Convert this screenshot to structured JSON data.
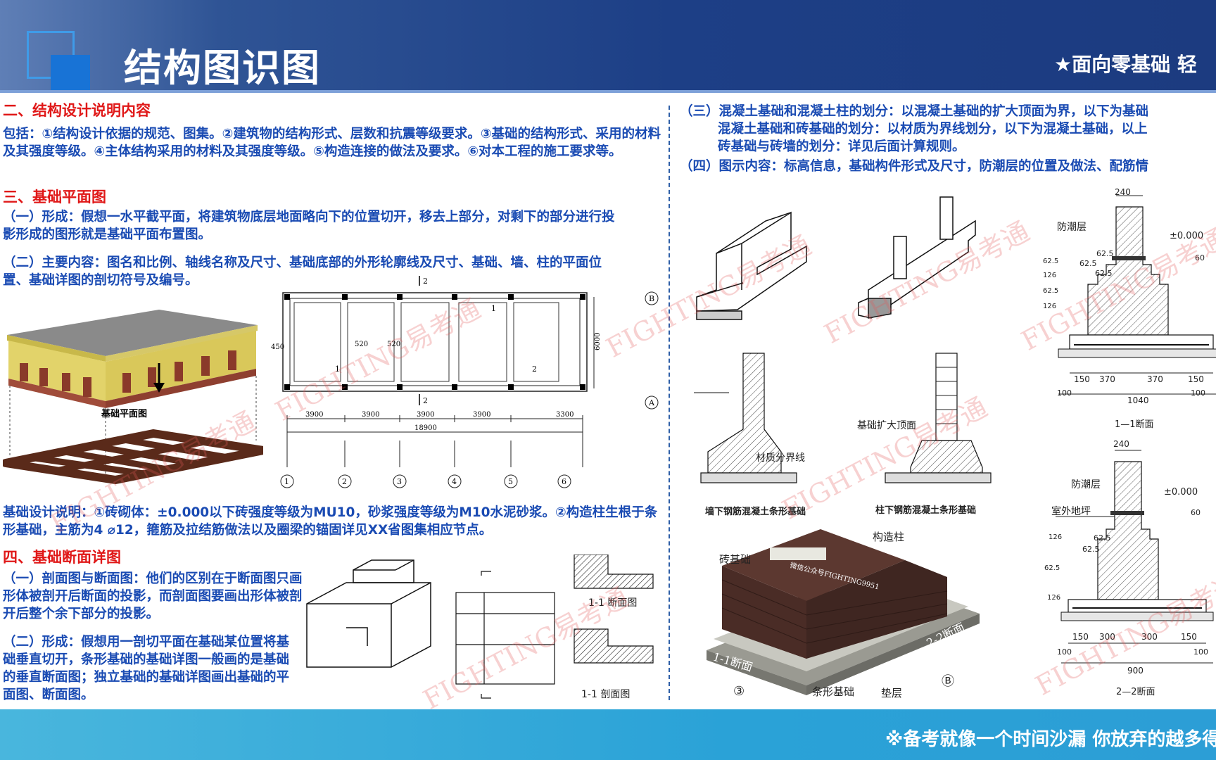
{
  "header": {
    "title": "结构图识图",
    "slogan": "★面向零基础 轻"
  },
  "left": {
    "sec2_heading": "二、结构设计说明内容",
    "sec2_body": "包括：①结构设计依据的规范、图集。②建筑物的结构形式、层数和抗震等级要求。③基础的结构形式、采用的材料及其强度等级。④主体结构采用的材料及其强度等级。⑤构造连接的做法及要求。⑥对本工程的施工要求等。",
    "sec3_heading": "三、基础平面图",
    "sec3_p1": "（一）形成：假想一水平截平面，将建筑物底层地面略向下的位置切开，移去上部分，对剩下的部分进行投影形成的图形就是基础平面布置图。",
    "sec3_p2": "（二）主要内容：图名和比例、轴线名称及尺寸、基础底部的外形轮廓线及尺寸、基础、墙、柱的平面位置、基础详图的剖切符号及编号。",
    "foundation_plan_label": "基础平面图",
    "design_note": "基础设计说明：①砖砌体：±0.000以下砖强度等级为MU10，砂浆强度等级为M10水泥砂浆。②构造柱生根于条形基础，主筋为4 ⌀12，箍筋及拉结筋做法以及圈梁的锚固详见XX省图集相应节点。",
    "sec4_heading": "四、基础断面详图",
    "sec4_p1": "（一）剖面图与断面图：他们的区别在于断面图只画形体被剖开后断面的投影，而剖面图要画出形体被剖开后整个余下部分的投影。",
    "sec4_p2": "（二）形成：假想用一剖切平面在基础某位置将基础垂直切开，条形基础的基础详图一般画的是基础的垂直断面图；独立基础的基础详图画出基础的平面图、断面图。",
    "section_caption": "1-1 断面图",
    "profile_caption": "1-1 剖面图"
  },
  "plan": {
    "axis_labels": [
      "1",
      "2",
      "3",
      "4",
      "5",
      "6"
    ],
    "row_labels": [
      "B",
      "A"
    ],
    "spans": [
      "3900",
      "3900",
      "3900",
      "3900",
      "3300"
    ],
    "total": "18900",
    "depth": "6000",
    "dims": [
      "450",
      "450",
      "520",
      "520"
    ],
    "marks": [
      "1",
      "2"
    ]
  },
  "right": {
    "p3_line1": "（三）混凝土基础和混凝土柱的划分：以混凝土基础的扩大顶面为界，以下为基础",
    "p3_line2": "混凝土基础和砖基础的划分：以材质为界线划分，以下为混凝土基础，以上",
    "p3_line3": "砖基础与砖墙的划分：详见后面计算规则。",
    "p4": "（四）图示内容：标高信息，基础构件形式及尺寸，防潮层的位置及做法、配筋情",
    "label_material": "材质分界线",
    "label_expand": "基础扩大顶面",
    "cap_wall": "墙下钢筋混凝土条形基础",
    "cap_col": "柱下钢筋混凝土条形基础",
    "label_brick": "砖基础",
    "label_col": "构造柱",
    "label_strip": "条形基础",
    "label_pad": "垫层",
    "label_s11": "1-1断面",
    "label_s22": "2-2断面",
    "wechat": "微信公众号FIGHTING9951",
    "axis_3": "③",
    "axis_B": "Ⓑ",
    "detail1": {
      "moist": "防潮层",
      "zero": "±0.000",
      "dims_top": "240",
      "steps": [
        "62.5",
        "62.5",
        "62.5"
      ],
      "left_dims": [
        "62.5",
        "126",
        "62.5",
        "126"
      ],
      "right_dim": "60",
      "base": [
        "150",
        "370",
        "370",
        "150"
      ],
      "width": "1040",
      "edge": [
        "100",
        "100"
      ],
      "caption": "1—1断面"
    },
    "detail2": {
      "moist": "防潮层",
      "zero": "±0.000",
      "outdoor": "室外地坪",
      "dims_top": "240",
      "steps": [
        "62.5",
        "62.5"
      ],
      "left_dims": [
        "126",
        "62.5",
        "126"
      ],
      "right_dim": "60",
      "base": [
        "150",
        "300",
        "300",
        "150"
      ],
      "width": "900",
      "edge": [
        "100",
        "100"
      ],
      "caption": "2—2断面"
    }
  },
  "watermark": "FIGHTING易考通",
  "footer": {
    "text": "※备考就像一个时间沙漏 你放弃的越多得"
  }
}
